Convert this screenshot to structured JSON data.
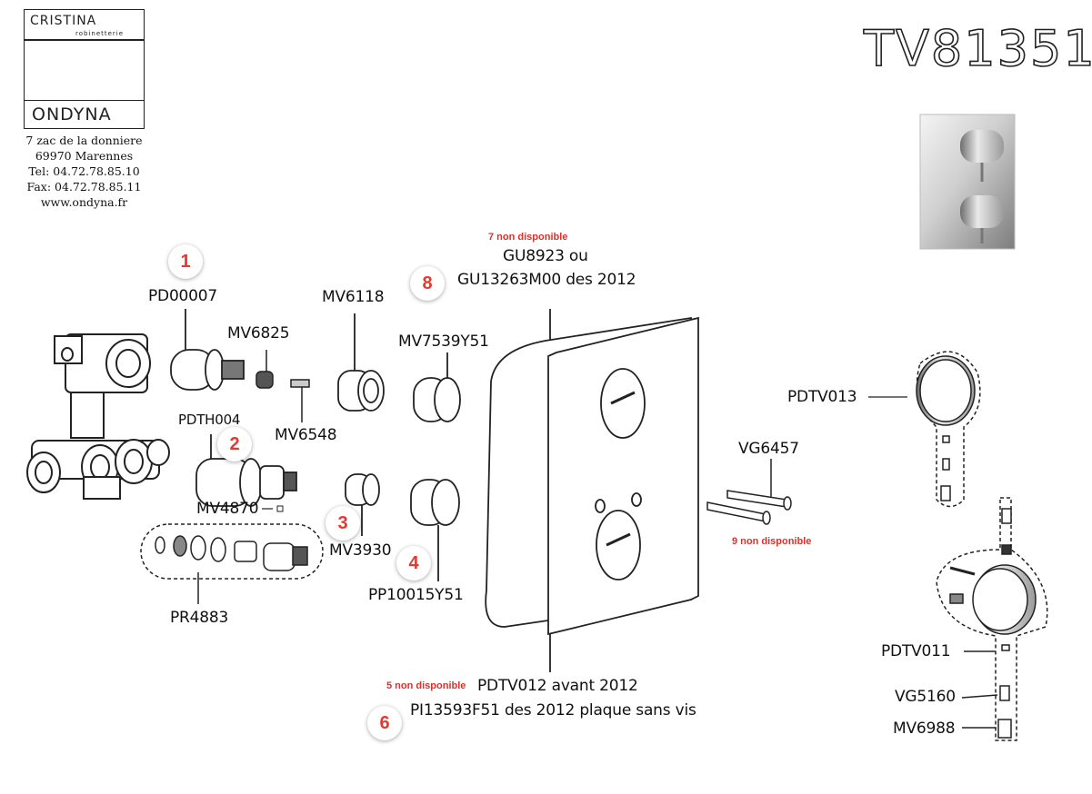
{
  "brand": {
    "top": "CRISTINA",
    "sub": "robinetterie",
    "bottom": "ONDYNA",
    "address_lines": [
      "7 zac de la donniere",
      "69970 Marennes",
      "Tel: 04.72.78.85.10",
      "Fax: 04.72.78.85.11",
      "www.ondyna.fr"
    ]
  },
  "product_code": "TV81351",
  "labels": {
    "pd00007": "PD00007",
    "mv6825": "MV6825",
    "mv6548": "MV6548",
    "mv6118": "MV6118",
    "mv7539y51": "MV7539Y51",
    "pdth004": "PDTH004",
    "mv4870": "MV4870",
    "mv3930": "MV3930",
    "pp10015y51": "PP10015Y51",
    "pr4883": "PR4883",
    "gu8923": "GU8923 ou",
    "gu13263": "GU13263M00 des 2012",
    "pdtv012": "PDTV012 avant 2012",
    "pi13593": "PI13593F51 des 2012 plaque sans vis",
    "vg6457": "VG6457",
    "pdtv013": "PDTV013",
    "pdtv011": "PDTV011",
    "vg5160": "VG5160",
    "mv6988": "MV6988"
  },
  "notes": {
    "n7": "7 non disponible",
    "n9": "9 non disponible",
    "n5": "5 non disponible"
  },
  "badges": [
    "1",
    "2",
    "3",
    "4",
    "6",
    "8"
  ],
  "colors": {
    "badge_text": "#e33a2f",
    "note_text": "#e0302a"
  }
}
